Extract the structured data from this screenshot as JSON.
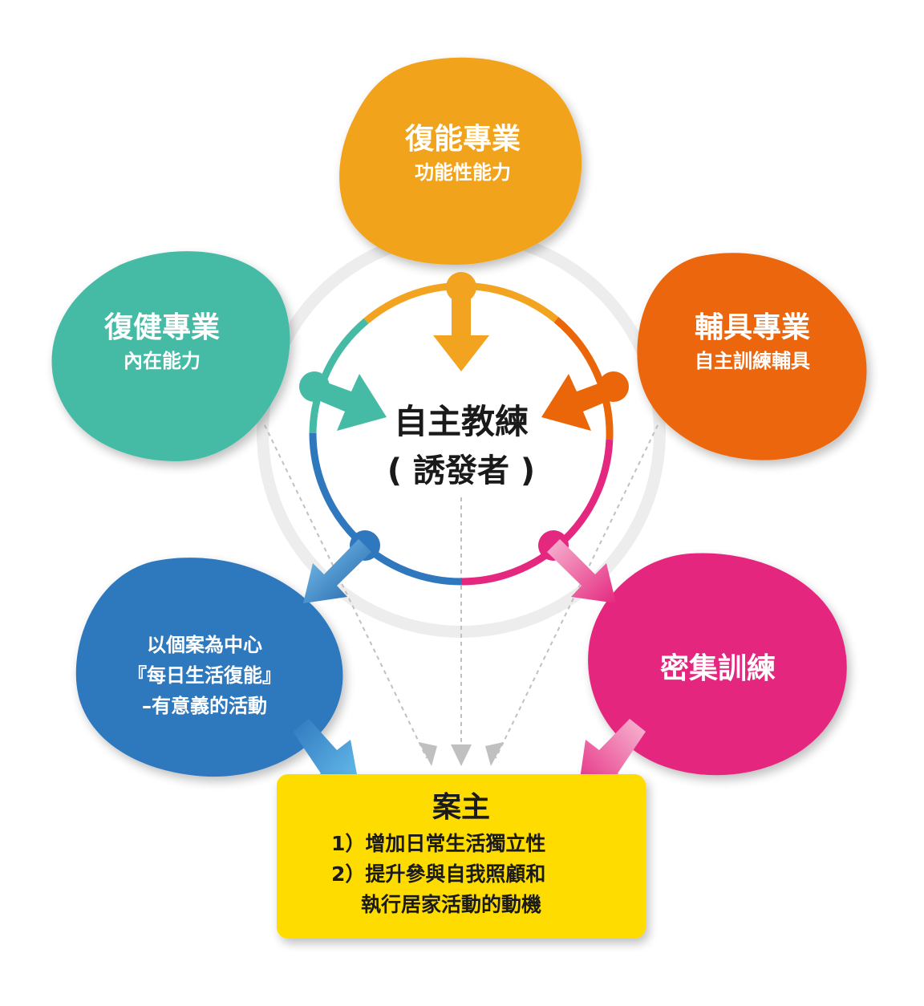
{
  "center": {
    "title": "自主教練",
    "subtitle": "( 誘發者 )"
  },
  "nodes": {
    "top": {
      "title": "復能專業",
      "subtitle": "功能性能力",
      "color": "#f2a31f"
    },
    "left": {
      "title": "復健專業",
      "subtitle": "內在能力",
      "color": "#45bba6"
    },
    "right": {
      "title": "輔具專業",
      "subtitle": "自主訓練輔具",
      "color": "#eb6609"
    },
    "bottom_left": {
      "lines": [
        "以個案為中心",
        "『每日生活復能』",
        "–有意義的活動"
      ],
      "color": "#2f78be"
    },
    "bottom_right": {
      "title": "密集訓練",
      "color": "#e5287f"
    }
  },
  "client": {
    "title": "案主",
    "items": [
      "1）增加日常生活獨立性",
      "2）提升參與自我照顧和",
      "執行居家活動的動機"
    ],
    "color": "#ffdc00"
  }
}
